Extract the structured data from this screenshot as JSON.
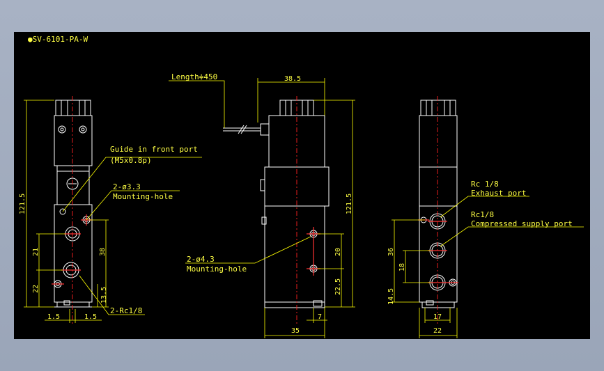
{
  "title": "●SV-6101-PA-W",
  "left_view": {
    "note_guide_line1": "Guide in front port",
    "note_guide_line2": "(M5x0.8p)",
    "note_hole_size": "2-ø3.3",
    "note_hole_name": "Mounting-hole",
    "note_port": "2-Rc1/8",
    "dim_height": "121.5",
    "dim_21": "21",
    "dim_22": "22",
    "dim_38": "38",
    "dim_13_5": "13.5",
    "dim_1_5_left": "1.5",
    "dim_1_5_right": "1.5"
  },
  "middle_view": {
    "note_length": "Length≑450",
    "dim_38_5": "38.5",
    "dim_height": "121.5",
    "note_hole_size": "2-ø4.3",
    "note_hole_name": "Mounting-hole",
    "dim_20": "20",
    "dim_22_5": "22.5",
    "dim_7": "7",
    "dim_35": "35"
  },
  "right_view": {
    "note_exhaust_size": "Rc 1/8",
    "note_exhaust_name": "Exhaust port",
    "note_supply_size": "Rc1/8",
    "note_supply_name": "Compressed supply port",
    "dim_36": "36",
    "dim_18": "18",
    "dim_14_5": "14.5",
    "dim_17": "17",
    "dim_22": "22"
  }
}
